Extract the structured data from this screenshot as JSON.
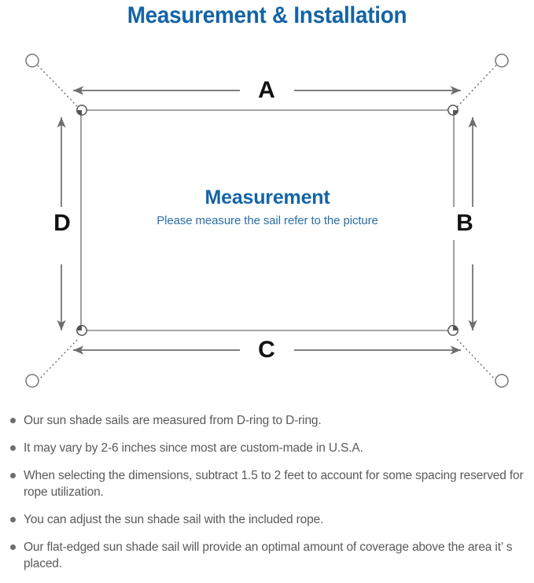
{
  "page": {
    "title": "Measurement & Installation",
    "title_color": "#1464a5",
    "background": "#ffffff"
  },
  "diagram": {
    "name": "sun-shade-sail-measurement-diagram",
    "sail": {
      "label_title": "Measurement",
      "label_subtitle": "Please measure the sail refer to the picture",
      "title_color": "#1464a5",
      "subtitle_color": "#2a6ea8",
      "outline_color": "#888888"
    },
    "dimension_labels": {
      "top": "A",
      "right": "B",
      "bottom": "C",
      "left": "D"
    },
    "line_color": "#6e6e6e",
    "anchor_color": "#777777",
    "dring_color": "#555555",
    "anchor_count": 4,
    "dring_count": 4
  },
  "notes": [
    "Our sun shade sails are measured from D-ring to D-ring.",
    "It may vary by 2-6 inches since most are custom-made in U.S.A.",
    "When selecting the dimensions, subtract 1.5 to 2 feet to account for some spacing reserved for rope utilization.",
    "You can adjust the sun shade sail with the included rope.",
    "Our flat-edged sun shade sail will provide an optimal amount of coverage above the area it’ s placed."
  ],
  "notes_color": "#5a5a5a",
  "bullet_color": "#6e6e6e"
}
